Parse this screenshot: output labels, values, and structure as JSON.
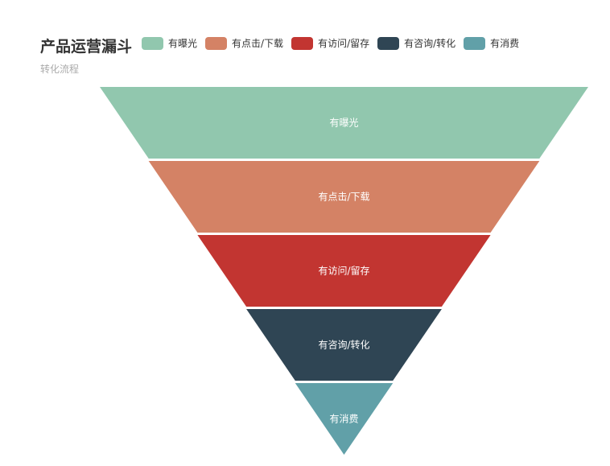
{
  "chart_data": {
    "type": "funnel",
    "title": "产品运营漏斗",
    "subtitle": "转化流程",
    "legend_position": "top",
    "categories": [
      "有曝光",
      "有点击/下载",
      "有访问/留存",
      "有咨询/转化",
      "有消费"
    ],
    "values": [
      100,
      80,
      60,
      40,
      20
    ],
    "colors": [
      "#91c7ae",
      "#d48265",
      "#c23531",
      "#2f4554",
      "#61a0a8"
    ],
    "sort": "descending"
  }
}
